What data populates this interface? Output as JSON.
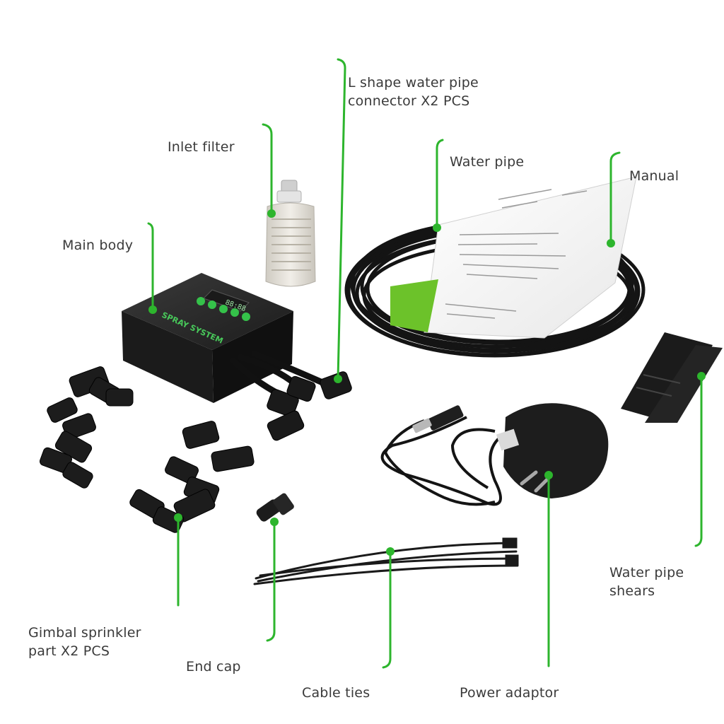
{
  "accent_color": "#2db52d",
  "labels": {
    "main_body": "Main body",
    "inlet_filter": "Inlet filter",
    "l_connector": "L shape water pipe\nconnector X2 PCS",
    "water_pipe": "Water pipe",
    "manual": "Manual",
    "gimbal": "Gimbal sprinkler\npart  X2 PCS",
    "end_cap": "End cap",
    "cable_ties": "Cable ties",
    "power_adaptor": "Power adaptor",
    "shears": "Water pipe\nshears"
  },
  "device_text": {
    "brand": "SPRAY SYSTEM",
    "display": "88:88"
  }
}
